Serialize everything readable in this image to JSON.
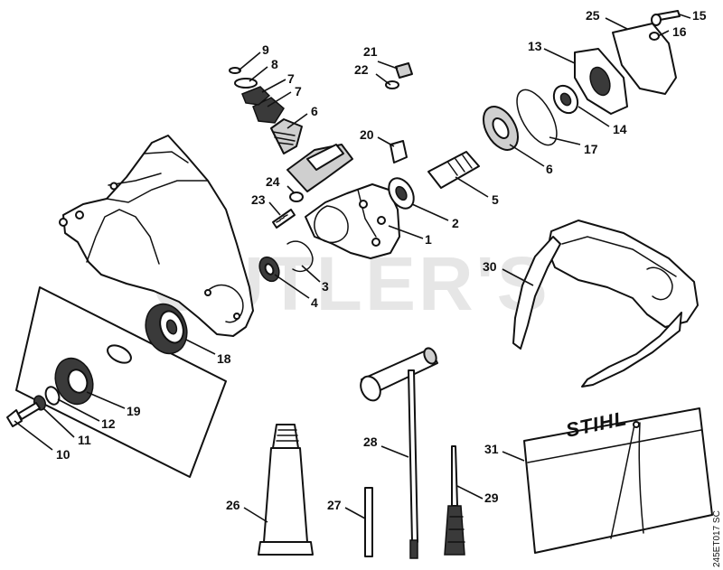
{
  "diagram": {
    "watermark": "CUTLER'S",
    "drawing_code": "245ET017 SC",
    "case_logo": "STIHL",
    "callouts": [
      {
        "id": "c9",
        "label": "9"
      },
      {
        "id": "c8",
        "label": "8"
      },
      {
        "id": "c7a",
        "label": "7"
      },
      {
        "id": "c7b",
        "label": "7"
      },
      {
        "id": "c6a",
        "label": "6"
      },
      {
        "id": "c21",
        "label": "21"
      },
      {
        "id": "c22",
        "label": "22"
      },
      {
        "id": "c20",
        "label": "20"
      },
      {
        "id": "c24",
        "label": "24"
      },
      {
        "id": "c23",
        "label": "23"
      },
      {
        "id": "c1",
        "label": "1"
      },
      {
        "id": "c2",
        "label": "2"
      },
      {
        "id": "c3",
        "label": "3"
      },
      {
        "id": "c4",
        "label": "4"
      },
      {
        "id": "c5",
        "label": "5"
      },
      {
        "id": "c6b",
        "label": "6"
      },
      {
        "id": "c13",
        "label": "13"
      },
      {
        "id": "c14",
        "label": "14"
      },
      {
        "id": "c15",
        "label": "15"
      },
      {
        "id": "c16",
        "label": "16"
      },
      {
        "id": "c17",
        "label": "17"
      },
      {
        "id": "c25",
        "label": "25"
      },
      {
        "id": "c18",
        "label": "18"
      },
      {
        "id": "c19",
        "label": "19"
      },
      {
        "id": "c12",
        "label": "12"
      },
      {
        "id": "c11",
        "label": "11"
      },
      {
        "id": "c10",
        "label": "10"
      },
      {
        "id": "c30",
        "label": "30"
      },
      {
        "id": "c28",
        "label": "28"
      },
      {
        "id": "c31",
        "label": "31"
      },
      {
        "id": "c26",
        "label": "26"
      },
      {
        "id": "c27",
        "label": "27"
      },
      {
        "id": "c29",
        "label": "29"
      }
    ]
  }
}
